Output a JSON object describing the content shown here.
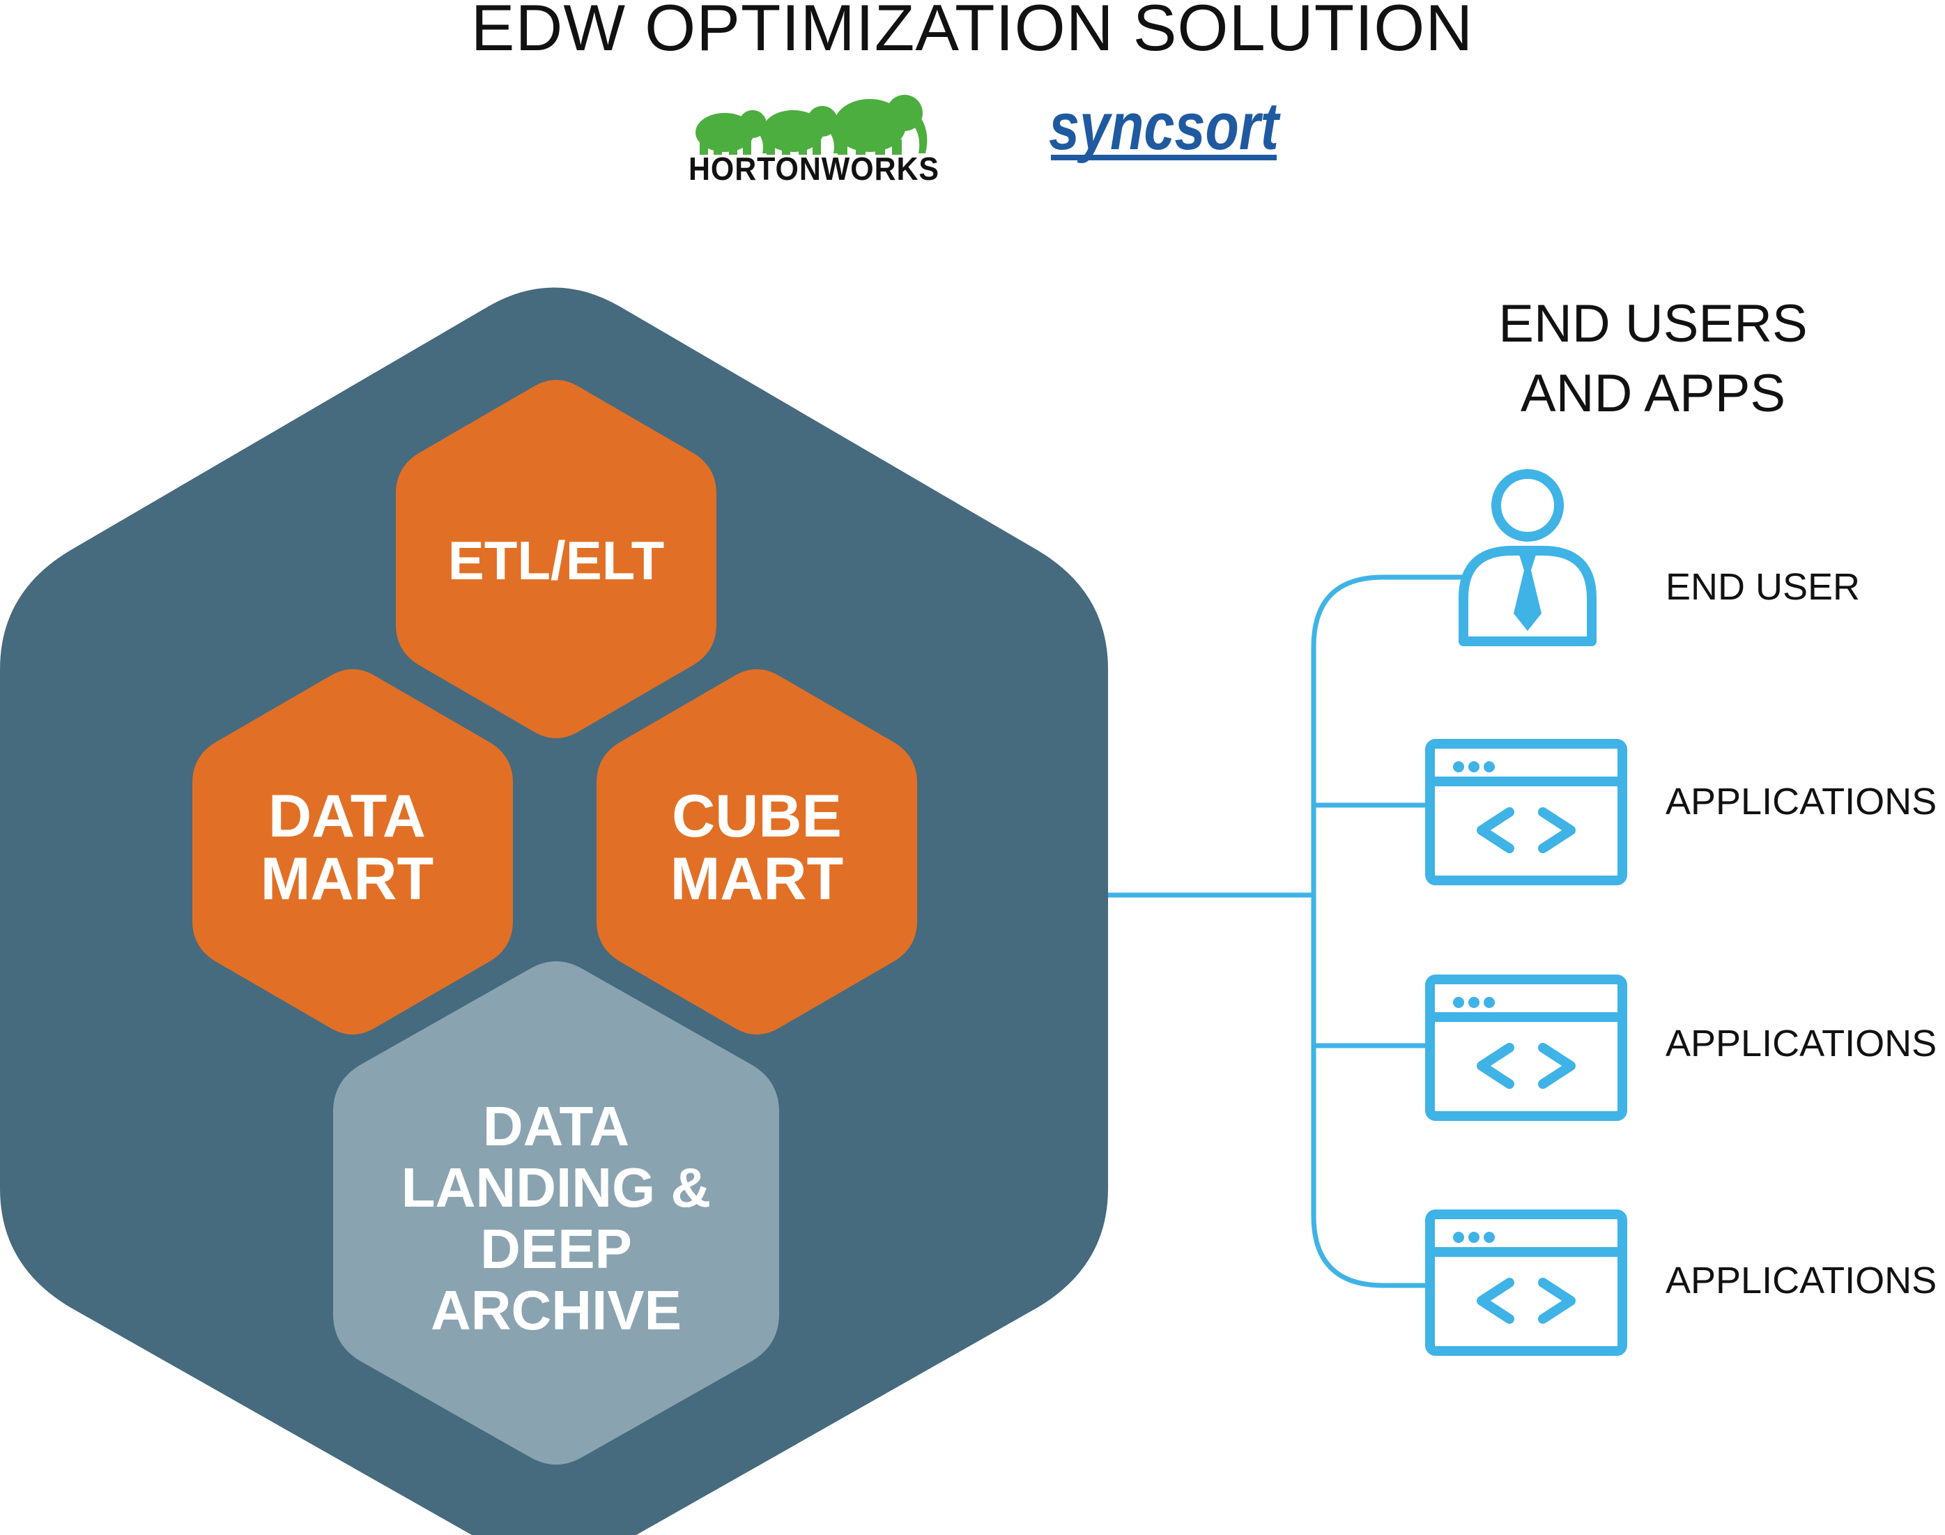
{
  "title": "EDW OPTIMIZATION SOLUTION",
  "logos": {
    "hortonworks": "HORTONWORKS",
    "syncsort": "syncsort"
  },
  "hexagons": {
    "etl": "ETL/ELT",
    "data_mart": [
      "DATA",
      "MART"
    ],
    "cube_mart": [
      "CUBE",
      "MART"
    ],
    "landing": [
      "DATA",
      "LANDING &",
      "DEEP",
      "ARCHIVE"
    ]
  },
  "right_panel": {
    "heading": [
      "END USERS",
      "AND APPS"
    ],
    "end_user": "END USER",
    "applications": [
      "APPLICATIONS",
      "APPLICATIONS",
      "APPLICATIONS"
    ]
  },
  "colors": {
    "outer_hex": "#466a7e",
    "orange_hex": "#e17026",
    "gray_hex": "#8aa3b1",
    "accent_blue": "#3fb3e6",
    "hortonworks_green": "#4cae3e",
    "syncsort_blue": "#1f5aa0"
  }
}
